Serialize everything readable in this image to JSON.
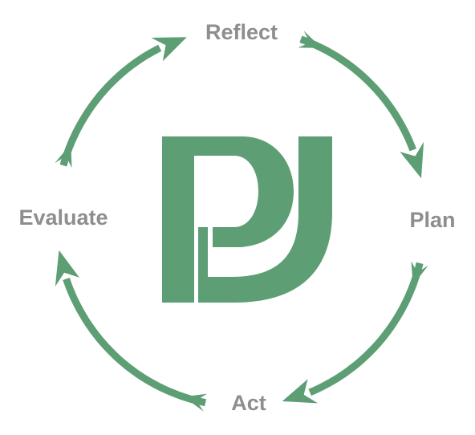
{
  "colors": {
    "accent": "#5e9e74",
    "label": "#8e8e8e",
    "background": "#ffffff"
  },
  "logo": {
    "text": "PJ",
    "icon": "pj-monogram-logo"
  },
  "stages": [
    {
      "id": "reflect",
      "label": "Reflect"
    },
    {
      "id": "plan",
      "label": "Plan"
    },
    {
      "id": "act",
      "label": "Act"
    },
    {
      "id": "evaluate",
      "label": "Evaluate"
    }
  ],
  "arrows": [
    {
      "from": "reflect",
      "to": "plan"
    },
    {
      "from": "plan",
      "to": "act"
    },
    {
      "from": "act",
      "to": "evaluate"
    },
    {
      "from": "evaluate",
      "to": "reflect"
    }
  ]
}
